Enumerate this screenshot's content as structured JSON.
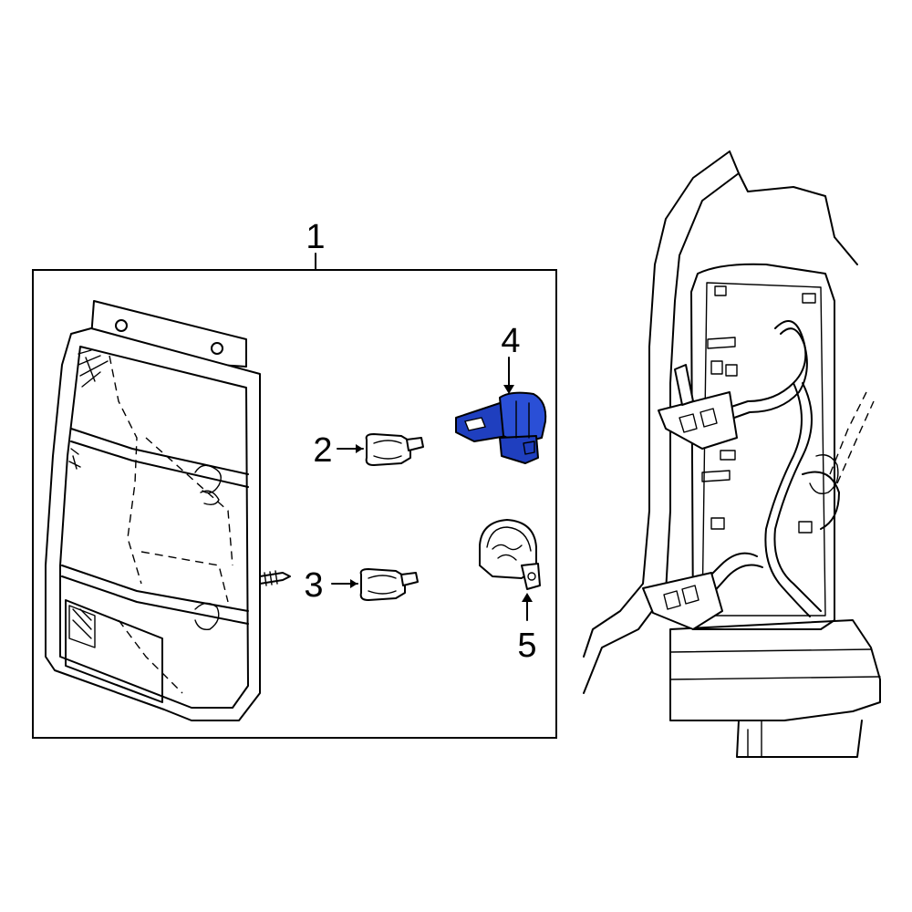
{
  "callouts": {
    "c1": "1",
    "c2": "2",
    "c3": "3",
    "c4": "4",
    "c5": "5"
  },
  "highlight_color": "#1f3fbf",
  "line_color": "#000000",
  "background_color": "#ffffff"
}
